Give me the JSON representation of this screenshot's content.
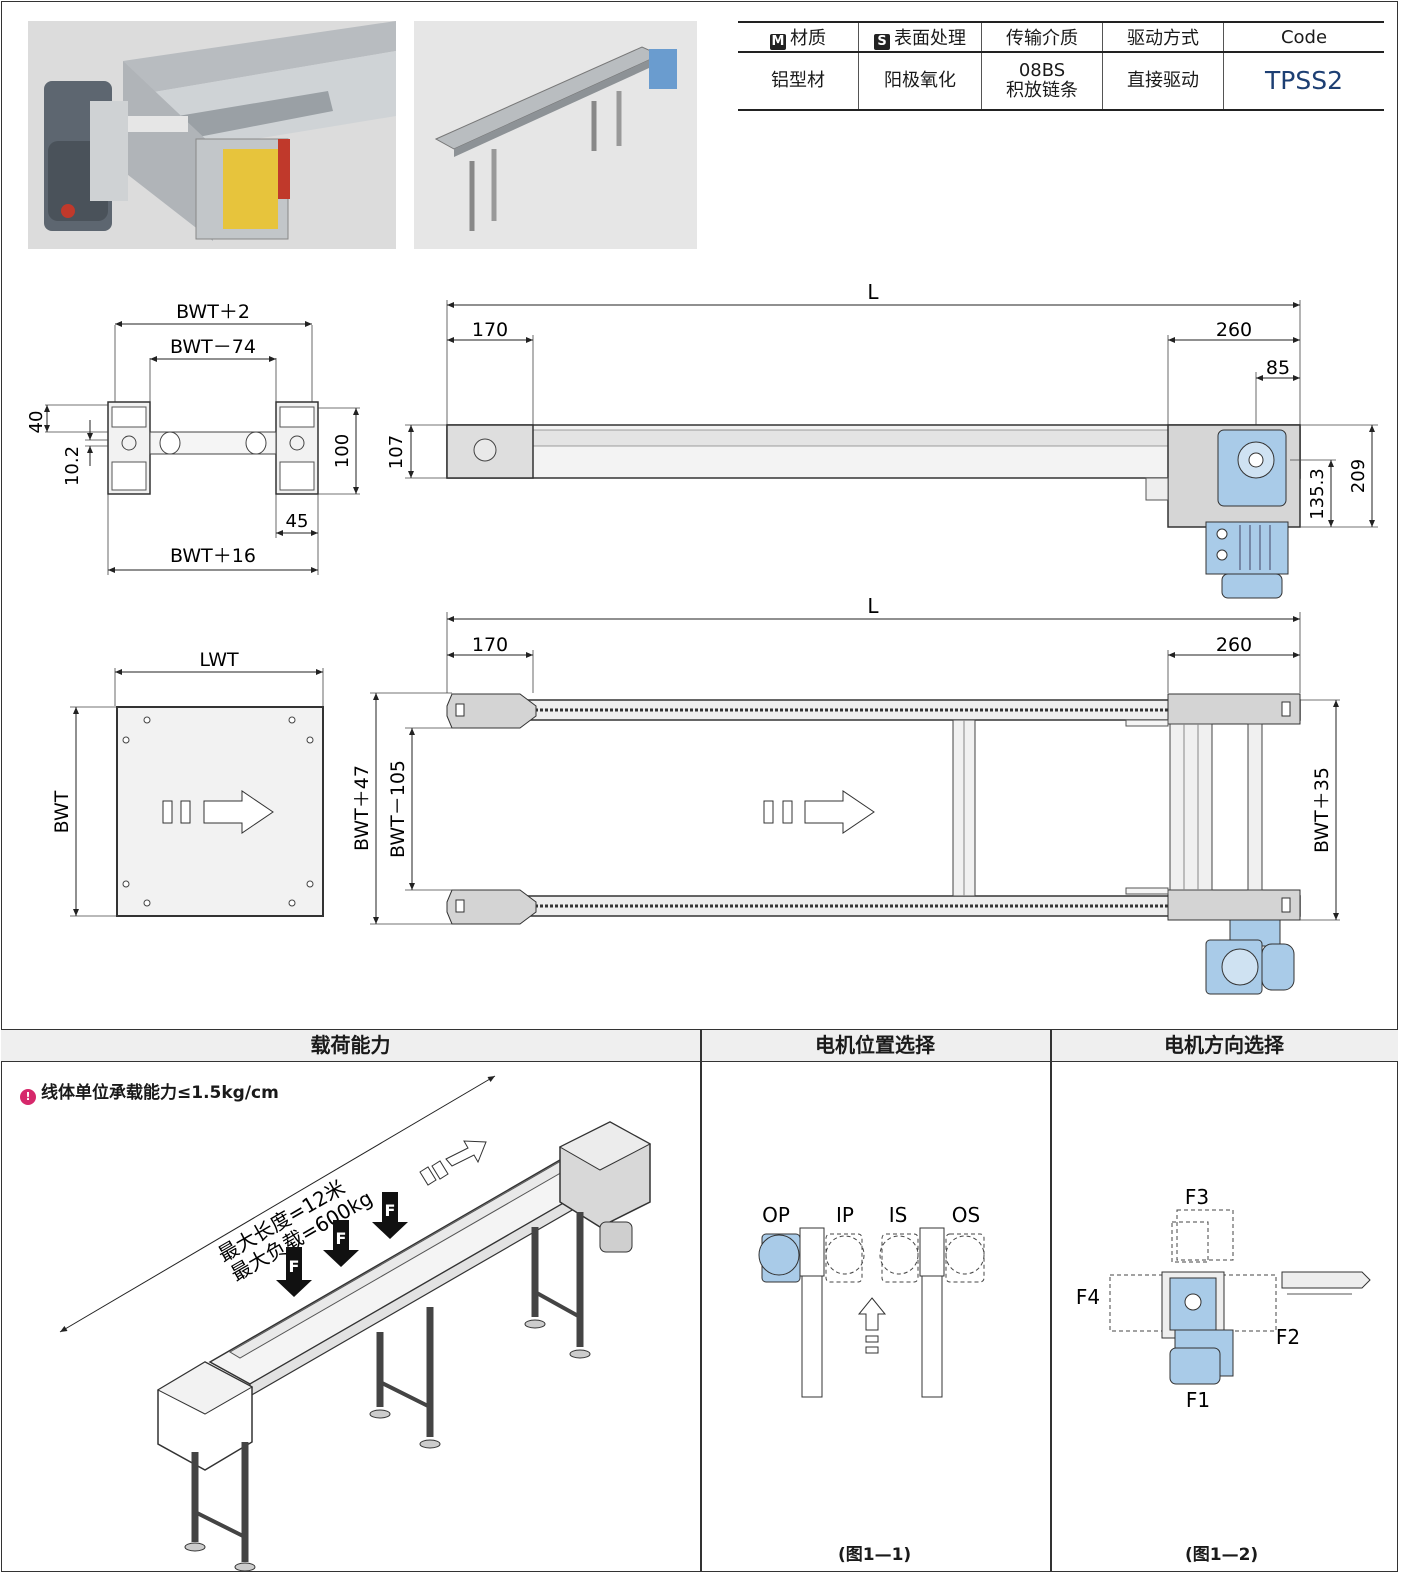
{
  "spec_table": {
    "headers": [
      {
        "badge": "M",
        "label": "材质"
      },
      {
        "badge": "S",
        "label": "表面处理"
      },
      {
        "badge": "",
        "label": "传输介质"
      },
      {
        "badge": "",
        "label": "驱动方式"
      },
      {
        "badge": "",
        "label": "Code"
      }
    ],
    "values": [
      "铝型材",
      "阳极氧化",
      "08BS",
      "积放链条",
      "直接驱动",
      "TPSS2"
    ]
  },
  "colors": {
    "code": "#1d3f73",
    "motor": "#a9cbe8",
    "warning_dot": "#d6286b",
    "section_head_bg": "#efefef"
  },
  "section_view": {
    "width_top": "BWT＋2",
    "width_inner": "BWT－74",
    "width_bottom": "BWT＋16",
    "h40": "40",
    "h10_2": "10.2",
    "h100": "100",
    "w45": "45"
  },
  "side_view": {
    "L": "L",
    "d170": "170",
    "d260": "260",
    "d85": "85",
    "h107": "107",
    "h135_3": "135.3",
    "h209": "209"
  },
  "top_small": {
    "lwt": "LWT",
    "bwt": "BWT"
  },
  "top_view": {
    "L": "L",
    "d170": "170",
    "d260": "260",
    "bwt47": "BWT＋47",
    "bwt105": "BWT－105",
    "bwt35": "BWT＋35"
  },
  "sections": {
    "load": "载荷能力",
    "motor_position": "电机位置选择",
    "motor_direction": "电机方向选择"
  },
  "load": {
    "note": "线体单位承载能力≤1.5kg/cm",
    "note_icon": "info-icon",
    "max_length": "最大长度=12米",
    "max_load": "最大负载=600kg",
    "force": "F"
  },
  "motor_position": {
    "labels": [
      "OP",
      "IP",
      "IS",
      "OS"
    ],
    "caption": "(图1—1)"
  },
  "motor_direction": {
    "labels": [
      "F3",
      "F4",
      "F2",
      "F1"
    ],
    "caption": "(图1—2)"
  }
}
